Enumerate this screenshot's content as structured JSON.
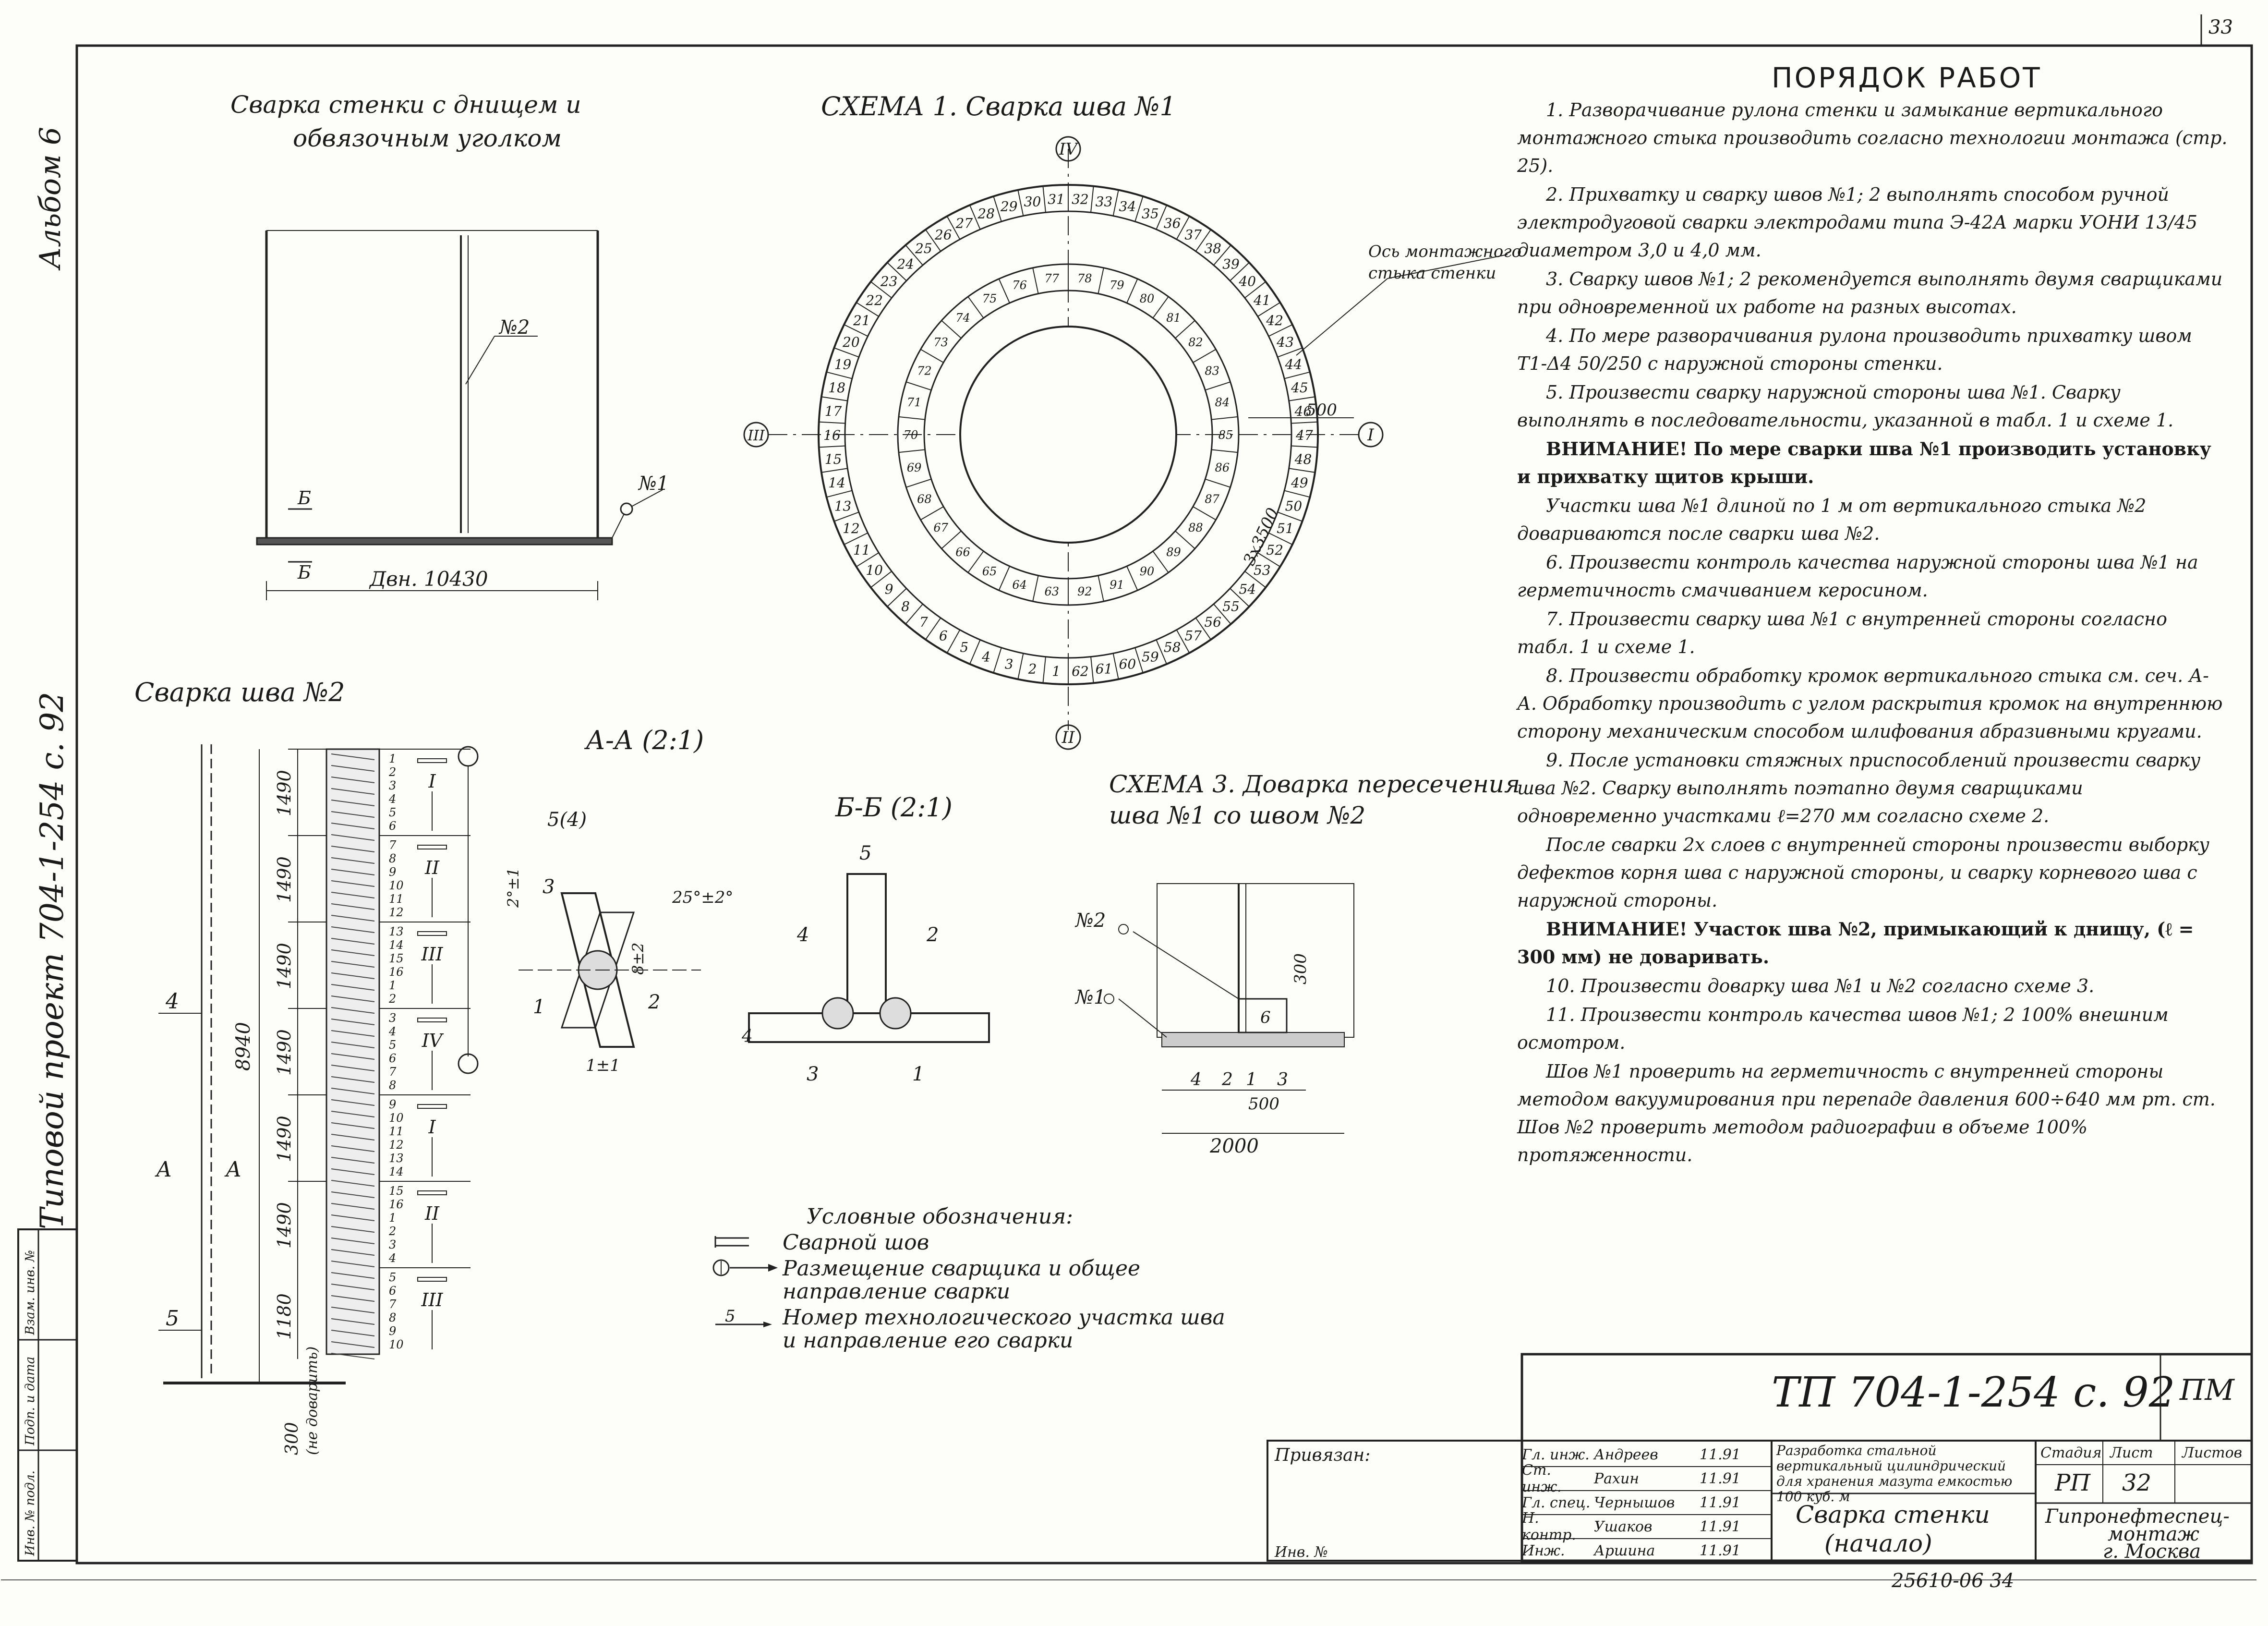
{
  "sheet_number": "33",
  "vertical_left": {
    "album": "Альбом 6",
    "project": "Типовой проект 704-1-254 с. 92"
  },
  "left_stub": {
    "inv_no": "Инв. № подл.",
    "sign_date": "Подп. и дата",
    "replace_inv": "Взам. инв. №"
  },
  "view1": {
    "title_line1": "Сварка стенки с днищем и",
    "title_line2": "обвязочным уголком",
    "weld_2": "№2",
    "weld_1": "№1",
    "b_mark": "Б",
    "dim_label": "Двн. 10430"
  },
  "scheme1": {
    "title": "СХЕМА 1. Сварка шва №1",
    "axis_I": "I",
    "axis_II": "II",
    "axis_III": "III",
    "axis_IV": "IV",
    "annotation": [
      "Ось монтажного",
      "стыка стенки"
    ],
    "dim_500": "500",
    "dim_3x3500": "3х3500",
    "outer_numbers": [
      "1",
      "2",
      "3",
      "4",
      "5",
      "6",
      "7",
      "8",
      "9",
      "10",
      "11",
      "12",
      "13",
      "14",
      "15",
      "16",
      "17",
      "18",
      "19",
      "20",
      "21",
      "22",
      "23",
      "24",
      "25",
      "26",
      "27",
      "28",
      "29",
      "30",
      "31",
      "32",
      "33",
      "34",
      "35",
      "36",
      "37",
      "38",
      "39",
      "40",
      "41",
      "42",
      "43",
      "44",
      "45",
      "46",
      "47",
      "48",
      "49",
      "50",
      "51",
      "52",
      "53",
      "54",
      "55",
      "56",
      "57",
      "58",
      "59",
      "60",
      "61",
      "62",
      "63",
      "64",
      "65",
      "66",
      "67",
      "68",
      "69",
      "70",
      "71",
      "72",
      "73",
      "74",
      "75",
      "76",
      "77",
      "78",
      "79",
      "80",
      "81",
      "82",
      "83",
      "84",
      "85",
      "86",
      "87",
      "88",
      "89",
      "90",
      "91",
      "92"
    ]
  },
  "view2": {
    "title": "Сварка шва №2",
    "labels_roman": [
      "I",
      "II",
      "III",
      "IV",
      "I",
      "II",
      "III"
    ],
    "dims": [
      "1490",
      "1490",
      "1490",
      "1490",
      "1490",
      "1490"
    ],
    "dim_total": "8940",
    "dim_last": "1180",
    "dim_300": "300",
    "dim_300_note": "(не доварить)",
    "section_mark": "А",
    "mark_4": "4",
    "mark_5": "5",
    "column_numbers": [
      "1",
      "2",
      "3",
      "4",
      "5",
      "6",
      "7",
      "8",
      "9",
      "10",
      "11",
      "12",
      "13",
      "14",
      "15",
      "16"
    ]
  },
  "sectionAA": {
    "title": "А-А (2:1)",
    "m54": "5(4)",
    "m3": "3",
    "m1": "1",
    "m2": "2",
    "d1": "2°±1",
    "angle": "25°±2°",
    "d2": "8±2",
    "d3": "1±1"
  },
  "sectionBB": {
    "title": "Б-Б (2:1)",
    "m5": "5",
    "m4": "4",
    "m2": "2",
    "m3": "3",
    "m1": "1",
    "d4": "4"
  },
  "scheme3": {
    "title_line1": "СХЕМА 3. Доварка пересечения",
    "title_line2": "шва №1 со швом №2",
    "w2": "№2",
    "w1": "№1",
    "d300": "300",
    "d6": "6",
    "dims_bottom": [
      "4",
      "2",
      "1",
      "3"
    ],
    "d500": "500",
    "d2000": "2000"
  },
  "notes": {
    "title": "ПОРЯДОК РАБОТ",
    "items": [
      "1. Разворачивание рулона стенки и замыкание вертикального монтажного стыка производить согласно технологии монтажа (стр. 25).",
      "2. Прихватку и сварку швов №1; 2 выполнять способом ручной электродуговой сварки электродами типа Э-42А марки УОНИ 13/45 диаметром 3,0 и 4,0 мм.",
      "3. Сварку швов №1; 2 рекомендуется выполнять двумя сварщиками при одновременной их работе на разных высотах.",
      "4. По мере разворачивания рулона производить прихватку швом Т1-Δ4 50/250 с наружной стороны стенки.",
      "5. Произвести сварку наружной стороны шва №1. Сварку выполнять в последовательности, указанной в табл. 1 и схеме 1.",
      "ВНИМАНИЕ! По мере сварки шва №1 производить установку и прихватку щитов крыши.",
      "Участки шва №1 длиной по 1 м от вертикального стыка №2 довариваются после сварки шва №2.",
      "6. Произвести контроль качества наружной стороны шва №1 на герметичность смачиванием керосином.",
      "7. Произвести сварку шва №1 с внутренней стороны согласно табл. 1 и схеме 1.",
      "8. Произвести обработку кромок вертикального стыка см. сеч. А-А. Обработку производить с углом раскрытия кромок на внутреннюю сторону механическим способом шлифования абразивными кругами.",
      "9. После установки стяжных приспособлений произвести сварку шва №2. Сварку выполнять поэтапно двумя сварщиками одновременно участками ℓ=270 мм согласно схеме 2.",
      "После сварки 2х слоев с внутренней стороны произвести выборку дефектов корня шва с наружной стороны, и сварку корневого шва с наружной стороны.",
      "ВНИМАНИЕ! Участок шва №2, примыкающий к днищу, (ℓ = 300 мм) не доваривать.",
      "10. Произвести доварку шва №1 и №2 согласно схеме 3.",
      "11. Произвести контроль качества швов №1; 2 100% внешним осмотром.",
      "Шов №1 проверить на герметичность с внутренней стороны методом вакуумирования при перепаде давления 600÷640 мм рт. ст. Шов №2 проверить методом радиографии в объеме 100% протяженности."
    ]
  },
  "legend": {
    "title": "Условные обозначения:",
    "items": [
      "Сварной шов",
      "Размещение сварщика и общее направление сварки",
      "Номер технологического участка шва и направление его сварки"
    ],
    "num": "5"
  },
  "title_block": {
    "code": "ТП 704-1-254 с. 92",
    "code_tag": "ПМ",
    "attached": "Привязан:",
    "inv": "Инв. №",
    "roles": [
      "Гл. инж.",
      "Ст. инж.",
      "Гл. спец.",
      "Н. контр.",
      "Инж."
    ],
    "names": [
      "Андреев",
      "Рахин",
      "Чернышов",
      "Ушаков",
      "Аршина"
    ],
    "date": "11.91",
    "description": "Разработка стальной вертикальный цилиндрический для хранения мазута емкостью 100 куб. м",
    "sheet_title_line1": "Сварка стенки",
    "sheet_title_line2": "(начало)",
    "stage_hdr": "Стадия",
    "sheet_hdr": "Лист",
    "sheets_hdr": "Листов",
    "stage": "РП",
    "sheet": "32",
    "org_line1": "Гипронефтеспец-",
    "org_line2": "монтаж",
    "org_line3": "г. Москва"
  },
  "archive_no": "25610-06 34"
}
